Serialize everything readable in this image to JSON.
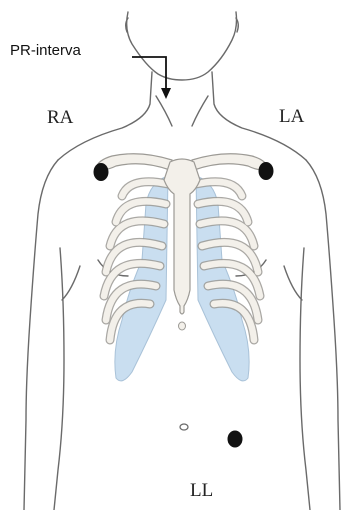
{
  "annotation": {
    "text": "PR-interva"
  },
  "labels": {
    "right_arm": "RA",
    "left_arm": "LA",
    "left_leg": "LL"
  },
  "colors": {
    "outline": "#5f5f5f",
    "bone_fill": "#f3f0ea",
    "bone_stroke": "#9c9a95",
    "cartilage": "#c9def0",
    "electrode": "#111111"
  },
  "icons": {
    "electrode": "electrode-dot-icon"
  }
}
